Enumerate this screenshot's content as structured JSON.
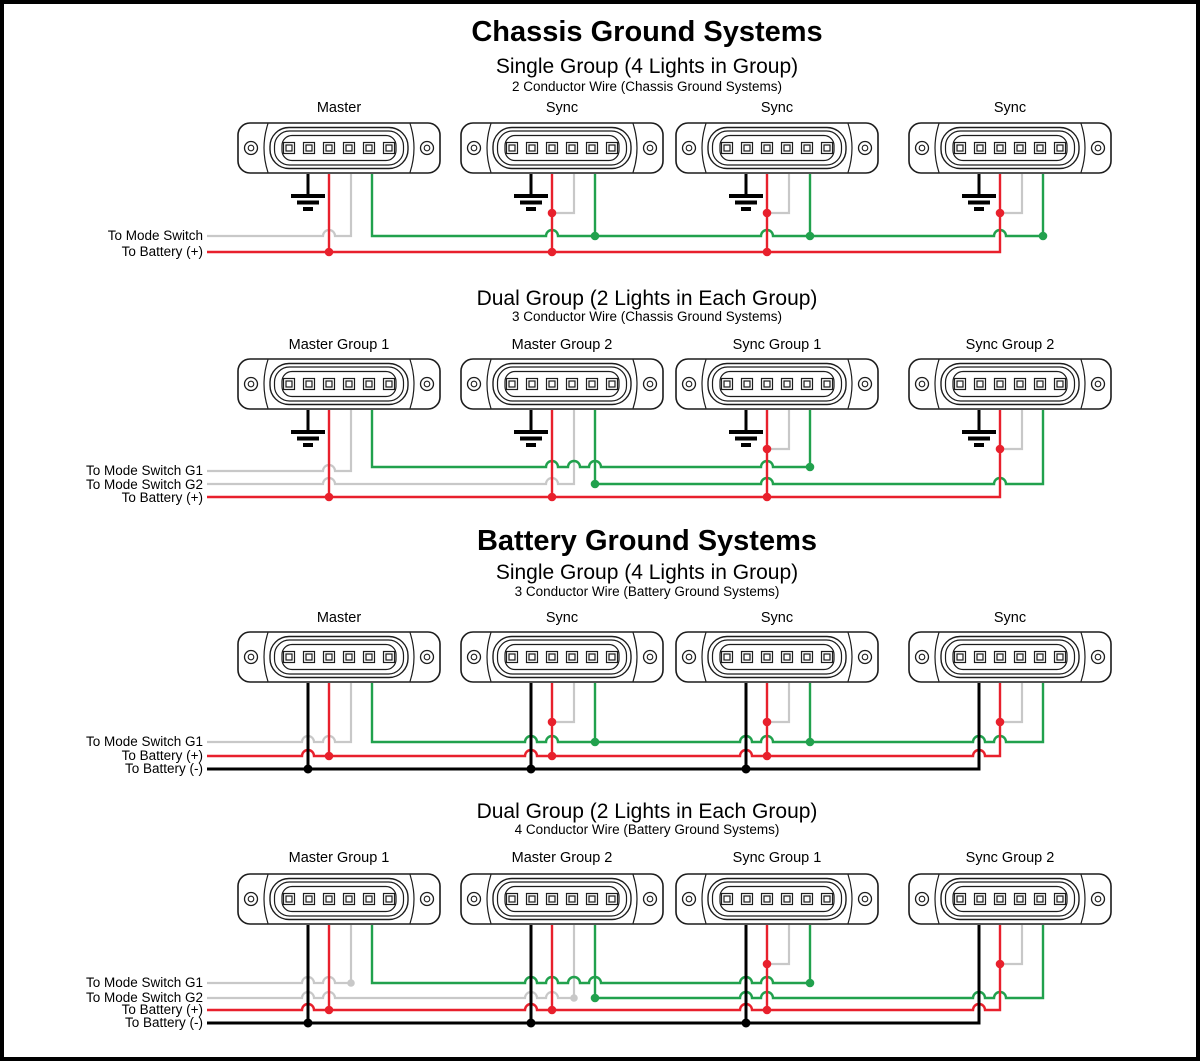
{
  "colors": {
    "wire_red": "#e8202c",
    "wire_green": "#21a14d",
    "wire_white": "#c8c8c8",
    "wire_black": "#000000"
  },
  "sections": [
    {
      "title": "Chassis Ground Systems",
      "subtitle": "Single Group (4 Lights in Group)",
      "conductor_note": "2 Conductor Wire (Chassis Ground Systems)",
      "lights": [
        "Master",
        "Sync",
        "Sync",
        "Sync"
      ],
      "terminals": [
        "To Mode Switch",
        "To Battery (+)"
      ]
    },
    {
      "subtitle": "Dual Group (2 Lights in Each Group)",
      "conductor_note": "3 Conductor Wire (Chassis Ground Systems)",
      "lights": [
        "Master Group 1",
        "Master Group 2",
        "Sync Group 1",
        "Sync Group 2"
      ],
      "terminals": [
        "To Mode Switch G1",
        "To Mode Switch G2",
        "To Battery (+)"
      ]
    },
    {
      "title": "Battery Ground Systems",
      "subtitle": "Single Group (4 Lights in Group)",
      "conductor_note": "3 Conductor Wire (Battery Ground Systems)",
      "lights": [
        "Master",
        "Sync",
        "Sync",
        "Sync"
      ],
      "terminals": [
        "To Mode Switch G1",
        "To Battery (+)",
        "To Battery (-)"
      ]
    },
    {
      "subtitle": "Dual Group (2 Lights in Each Group)",
      "conductor_note": "4 Conductor Wire (Battery Ground Systems)",
      "lights": [
        "Master Group 1",
        "Master Group 2",
        "Sync Group 1",
        "Sync Group 2"
      ],
      "terminals": [
        "To Mode Switch G1",
        "To Mode Switch G2",
        "To Battery (+)",
        "To Battery (-)"
      ]
    }
  ]
}
